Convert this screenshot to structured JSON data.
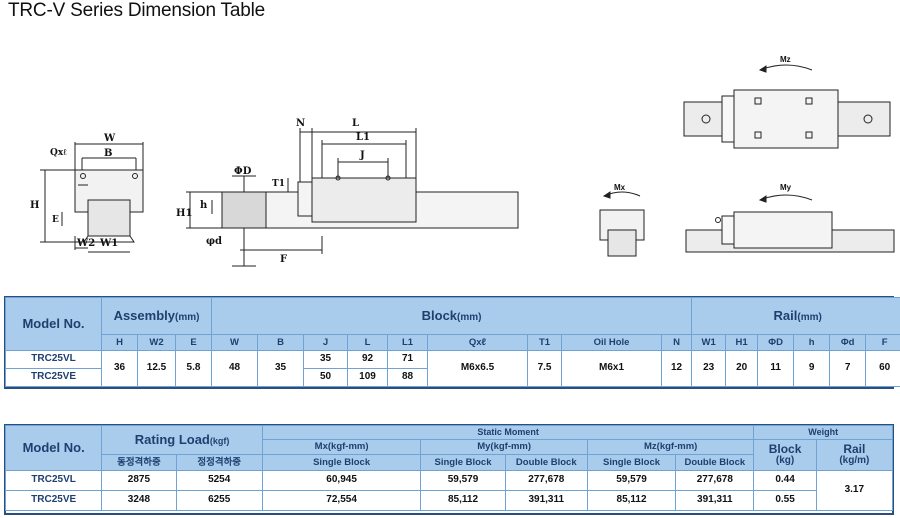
{
  "title": "TRC-V Series Dimension Table",
  "drawing_labels": {
    "w": "W",
    "b": "B",
    "qxl": "Qxℓ",
    "h": "H",
    "e": "E",
    "w2": "W2",
    "w1": "W1",
    "n": "N",
    "l": "L",
    "l1": "L1",
    "j": "J",
    "od": "ΦD",
    "t1": "T1",
    "h1": "H1",
    "h_small": "h",
    "phid": "φd",
    "f": "F",
    "mz": "Mz",
    "mx": "Mx",
    "my": "My"
  },
  "table1": {
    "model_header": "Model No.",
    "assembly_header": "Assembly",
    "block_header": "Block",
    "rail_header": "Rail",
    "unit": "(mm)",
    "cols_assembly": [
      "H",
      "W2",
      "E"
    ],
    "cols_block": [
      "W",
      "B",
      "J",
      "L",
      "L1",
      "Qxℓ",
      "T1",
      "Oil Hole",
      "N"
    ],
    "cols_rail": [
      "W1",
      "H1",
      "ΦD",
      "h",
      "Φd",
      "F"
    ],
    "models": [
      "TRC25VL",
      "TRC25VE"
    ],
    "shared": {
      "H": "36",
      "W2": "12.5",
      "E": "5.8",
      "W": "48",
      "B": "35",
      "Qxl": "M6x6.5",
      "T1": "7.5",
      "OilHole": "M6x1",
      "N": "12",
      "W1": "23",
      "H1": "20",
      "OD": "11",
      "h": "9",
      "Od": "7",
      "F": "60"
    },
    "rows": [
      {
        "J": "35",
        "L": "92",
        "L1": "71"
      },
      {
        "J": "50",
        "L": "109",
        "L1": "88"
      }
    ]
  },
  "table2": {
    "model_header": "Model No.",
    "rating_header": "Rating Load",
    "rating_unit": "(kgf)",
    "static_header": "Static Moment",
    "weight_header": "Weight",
    "dyn_label": "동정격하중",
    "stat_label": "정정격하중",
    "mx_header": "Mx(kgf-mm)",
    "my_header": "My(kgf-mm)",
    "mz_header": "Mz(kgf-mm)",
    "single_block": "Single Block",
    "double_block": "Double Block",
    "block_w": "Block",
    "block_w_unit": "(kg)",
    "rail_w": "Rail",
    "rail_w_unit": "(kg/m)",
    "rail_weight": "3.17",
    "rows": [
      {
        "model": "TRC25VL",
        "dyn": "2875",
        "stat": "5254",
        "mx": "60,945",
        "my_s": "59,579",
        "my_d": "277,678",
        "mz_s": "59,579",
        "mz_d": "277,678",
        "block": "0.44"
      },
      {
        "model": "TRC25VE",
        "dyn": "3248",
        "stat": "6255",
        "mx": "72,554",
        "my_s": "85,112",
        "my_d": "391,311",
        "mz_s": "85,112",
        "mz_d": "391,311",
        "block": "0.55"
      }
    ]
  }
}
